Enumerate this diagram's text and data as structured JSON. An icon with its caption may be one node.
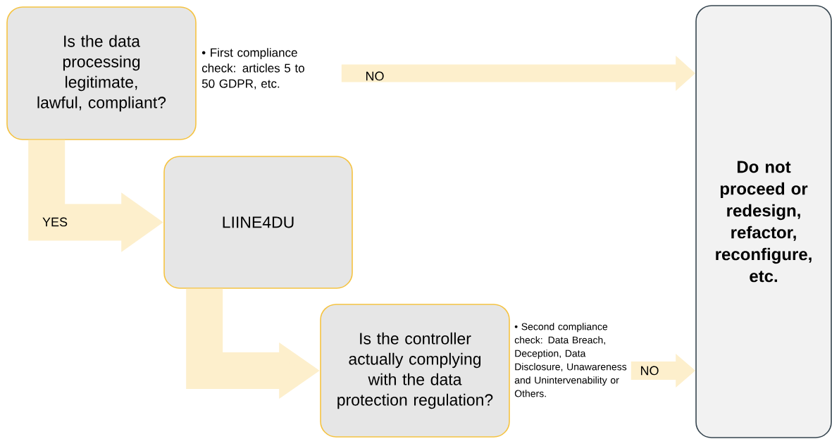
{
  "diagram": {
    "nodes": [
      {
        "text": [
          "Is the data processing legitimate, lawful, compliant?"
        ],
        "beside": [
          "• First compliance check: articles 5 to 50 GDPR, etc."
        ]
      },
      {
        "text": [
          "LIINE4DU"
        ]
      },
      {
        "text": [
          "Is the controller actually complying with the data protection regulation?"
        ],
        "beside": [
          "• Second compliance check: Data Breach, Deception, Data Disclosure, Unawareness and Unintervenability or Others."
        ]
      },
      {
        "text": [
          "Do not proceed or redesign, refactor, reconfigure, etc."
        ]
      }
    ],
    "edges": [
      {
        "from": 0,
        "to": 3,
        "arrow": "to",
        "label": "NO"
      },
      {
        "from": 0,
        "to": 1,
        "arrow": "to",
        "label": "YES",
        "style": "thick"
      },
      {
        "from": 1,
        "to": 2,
        "arrow": "to",
        "style": "thick"
      },
      {
        "from": 2,
        "to": 3,
        "arrow": "to",
        "label": "NO"
      }
    ]
  }
}
